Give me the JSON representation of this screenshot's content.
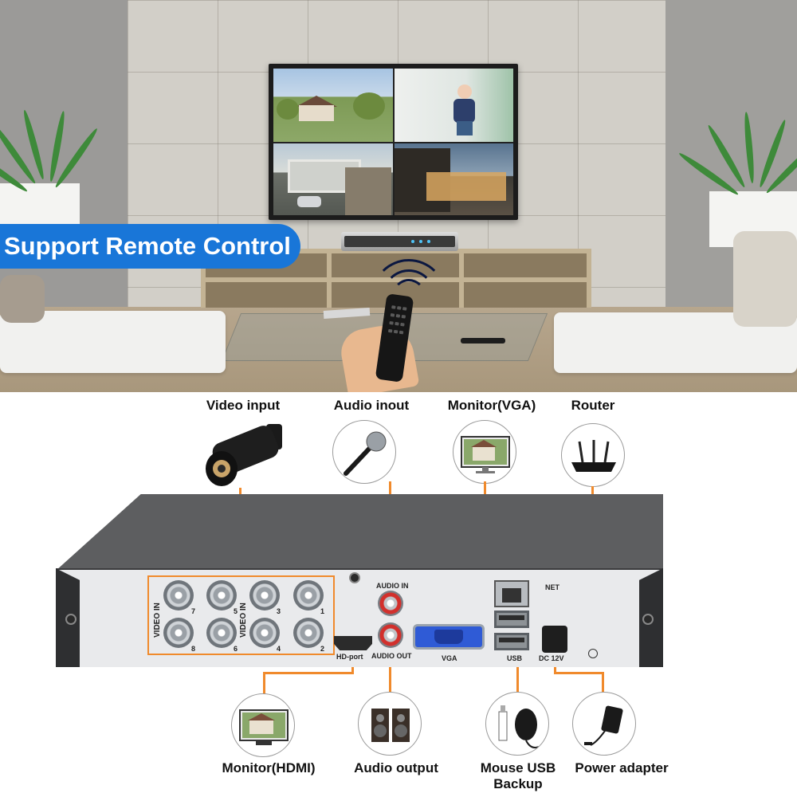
{
  "banner": {
    "text": "Support Remote Control"
  },
  "connections_top": [
    {
      "label": "Video input",
      "icon": "cctv-camera-icon"
    },
    {
      "label": "Audio inout",
      "icon": "microphone-icon"
    },
    {
      "label": "Monitor(VGA)",
      "icon": "monitor-icon"
    },
    {
      "label": "Router",
      "icon": "router-icon"
    }
  ],
  "connections_bottom": [
    {
      "label": "Monitor(HDMI)",
      "icon": "monitor-icon"
    },
    {
      "label": "Audio output",
      "icon": "speakers-icon"
    },
    {
      "label": "Mouse USB\nBackup",
      "icon": "mouse-usb-icon"
    },
    {
      "label": "Power adapter",
      "icon": "power-adapter-icon"
    }
  ],
  "panel": {
    "video_in": "VIDEO IN",
    "channel_numbers": [
      "7",
      "5",
      "3",
      "1",
      "8",
      "6",
      "4",
      "2"
    ],
    "audio_in": "AUDIO IN",
    "audio_out": "AUDIO OUT",
    "hdmi": "HD-port",
    "vga": "VGA",
    "net": "NET",
    "usb": "USB",
    "dc": "DC 12V"
  },
  "colors": {
    "banner": "#1976d8",
    "wire": "#f08a2c",
    "dvr_body": "#5d5e60"
  }
}
